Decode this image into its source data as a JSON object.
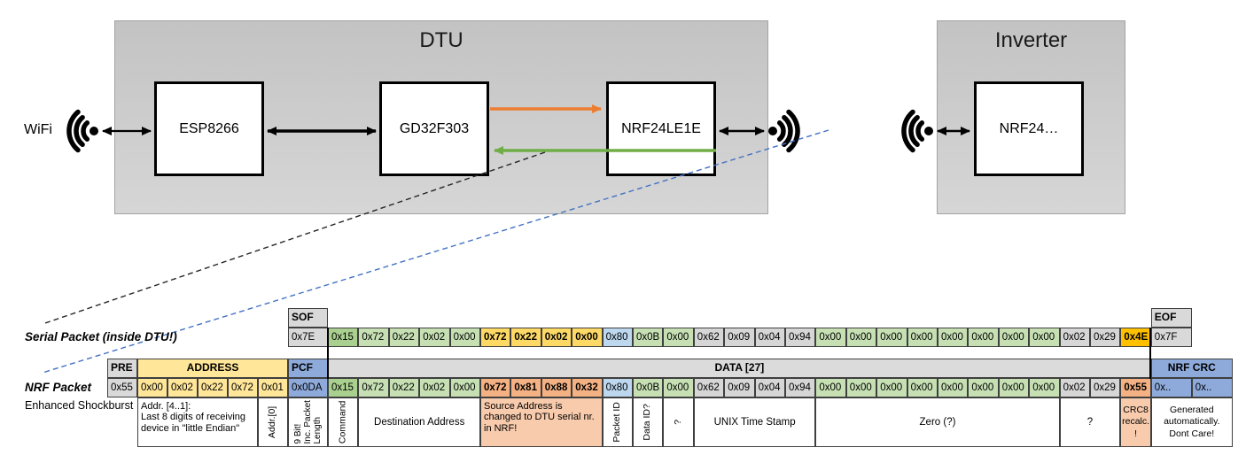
{
  "diagram": {
    "wifi_label": "WiFi",
    "dtu": {
      "title": "DTU",
      "components": [
        "ESP8266",
        "GD32F303",
        "NRF24LE1E"
      ]
    },
    "inverter": {
      "title": "Inverter",
      "components": [
        "NRF24…"
      ]
    },
    "colors": {
      "orange_arrow": "#ED7D31",
      "green_arrow": "#70AD47",
      "black_arrow": "#000000",
      "blue_dashed": "#4472C4",
      "black_dashed": "#262626"
    }
  },
  "palette": {
    "g": "#C6E0B4",
    "m": "#A9D08E",
    "y": "#FFD966",
    "o": "#FFC000",
    "lb": "#BDD7EE",
    "db": "#8EAADB",
    "gy": "#D6D6D6",
    "hd": "#D9D9D9",
    "dh": "#DBDBDB",
    "yl": "#FFE699",
    "s": "#F4B183",
    "ls": "#F8CBAD",
    "w": "#FFFFFF"
  },
  "serial_packet": {
    "label": "Serial Packet (inside DTU!)",
    "sof_header": "SOF",
    "sof_value": "0x7E",
    "eof_header": "EOF",
    "eof_value": "0x7F",
    "bytes": [
      {
        "v": "0x15",
        "c": "m"
      },
      {
        "v": "0x72",
        "c": "g"
      },
      {
        "v": "0x22",
        "c": "g"
      },
      {
        "v": "0x02",
        "c": "g"
      },
      {
        "v": "0x00",
        "c": "g"
      },
      {
        "v": "0x72",
        "c": "y",
        "f": 1
      },
      {
        "v": "0x22",
        "c": "y",
        "f": 1
      },
      {
        "v": "0x02",
        "c": "y",
        "f": 1
      },
      {
        "v": "0x00",
        "c": "y",
        "f": 1
      },
      {
        "v": "0x80",
        "c": "lb"
      },
      {
        "v": "0x0B",
        "c": "g"
      },
      {
        "v": "0x00",
        "c": "g"
      },
      {
        "v": "0x62",
        "c": "gy"
      },
      {
        "v": "0x09",
        "c": "gy"
      },
      {
        "v": "0x04",
        "c": "gy"
      },
      {
        "v": "0x94",
        "c": "gy"
      },
      {
        "v": "0x00",
        "c": "g"
      },
      {
        "v": "0x00",
        "c": "g"
      },
      {
        "v": "0x00",
        "c": "g"
      },
      {
        "v": "0x00",
        "c": "g"
      },
      {
        "v": "0x00",
        "c": "g"
      },
      {
        "v": "0x00",
        "c": "g"
      },
      {
        "v": "0x00",
        "c": "g"
      },
      {
        "v": "0x00",
        "c": "g"
      },
      {
        "v": "0x02",
        "c": "gy"
      },
      {
        "v": "0x29",
        "c": "gy"
      },
      {
        "v": "0x4E",
        "c": "o",
        "f": 1
      }
    ]
  },
  "nrf_packet": {
    "label": "NRF Packet",
    "sublabel": "Enhanced Shockburst",
    "pre_header": "PRE",
    "pre_value": "0x55",
    "address_header": "ADDRESS",
    "address_values": [
      "0x00",
      "0x02",
      "0x22",
      "0x72",
      "0x01"
    ],
    "pcf_header": "PCF",
    "pcf_value": "0x0DA",
    "data_header": "DATA [27]",
    "bytes": [
      {
        "v": "0x15",
        "c": "m"
      },
      {
        "v": "0x72",
        "c": "g"
      },
      {
        "v": "0x22",
        "c": "g"
      },
      {
        "v": "0x02",
        "c": "g"
      },
      {
        "v": "0x00",
        "c": "g"
      },
      {
        "v": "0x72",
        "c": "s",
        "f": 1
      },
      {
        "v": "0x81",
        "c": "s",
        "f": 1
      },
      {
        "v": "0x88",
        "c": "s",
        "f": 1
      },
      {
        "v": "0x32",
        "c": "s",
        "f": 1
      },
      {
        "v": "0x80",
        "c": "lb"
      },
      {
        "v": "0x0B",
        "c": "g"
      },
      {
        "v": "0x00",
        "c": "g"
      },
      {
        "v": "0x62",
        "c": "gy"
      },
      {
        "v": "0x09",
        "c": "gy"
      },
      {
        "v": "0x04",
        "c": "gy"
      },
      {
        "v": "0x94",
        "c": "gy"
      },
      {
        "v": "0x00",
        "c": "g"
      },
      {
        "v": "0x00",
        "c": "g"
      },
      {
        "v": "0x00",
        "c": "g"
      },
      {
        "v": "0x00",
        "c": "g"
      },
      {
        "v": "0x00",
        "c": "g"
      },
      {
        "v": "0x00",
        "c": "g"
      },
      {
        "v": "0x00",
        "c": "g"
      },
      {
        "v": "0x00",
        "c": "g"
      },
      {
        "v": "0x02",
        "c": "gy"
      },
      {
        "v": "0x29",
        "c": "gy"
      },
      {
        "v": "0x55",
        "c": "s",
        "f": 1
      }
    ],
    "crc_header": "NRF CRC",
    "crc_values": [
      "0x..",
      "0x.."
    ]
  },
  "annotations": [
    {
      "name": "addr-4-1-note",
      "t": "Addr. [4..1]:\nLast 8 digits of receiving\ndevice in \"little Endian\"",
      "w": 136,
      "k": "L",
      "bg": "w"
    },
    {
      "name": "addr-0-note",
      "t": "Addr.[0]",
      "w": 34,
      "k": "R",
      "bg": "w"
    },
    {
      "name": "pcf-note",
      "t": "9 Bit!\nInc. Packet\nLength",
      "w": 45,
      "k": "W",
      "bg": "w"
    },
    {
      "name": "command-note",
      "t": "Command",
      "w": 34.4,
      "k": "R",
      "bg": "w"
    },
    {
      "name": "destination-address-note",
      "t": "Destination Address",
      "w": 137.6,
      "k": "C",
      "bg": "w"
    },
    {
      "name": "source-address-note",
      "t": "Source Address is changed to DTU serial nr. in NRF!",
      "w": 137.6,
      "k": "L2",
      "bg": "ls"
    },
    {
      "name": "packet-id-note",
      "t": "Packet ID",
      "w": 34.4,
      "k": "R",
      "bg": "w"
    },
    {
      "name": "data-id-note",
      "t": "Data ID?",
      "w": 34.4,
      "k": "R",
      "bg": "w"
    },
    {
      "name": "unknown-byte-note",
      "t": "?",
      "w": 34.4,
      "k": "R",
      "bg": "w"
    },
    {
      "name": "unix-time-stamp-note",
      "t": "UNIX Time Stamp",
      "w": 137.6,
      "k": "C",
      "bg": "w"
    },
    {
      "name": "zero-note",
      "t": "Zero (?)",
      "w": 275.2,
      "k": "C",
      "bg": "w"
    },
    {
      "name": "unknown-bytes-note",
      "t": "?",
      "w": 68.8,
      "k": "C",
      "bg": "w"
    },
    {
      "name": "crc8-note",
      "t": "CRC8 recalc. !",
      "w": 34.4,
      "k": "Cs",
      "bg": "ls"
    },
    {
      "name": "crc-generated-note",
      "t": "Generated automatically. Dont Care!",
      "w": 92,
      "k": "Cs",
      "bg": "w"
    }
  ]
}
